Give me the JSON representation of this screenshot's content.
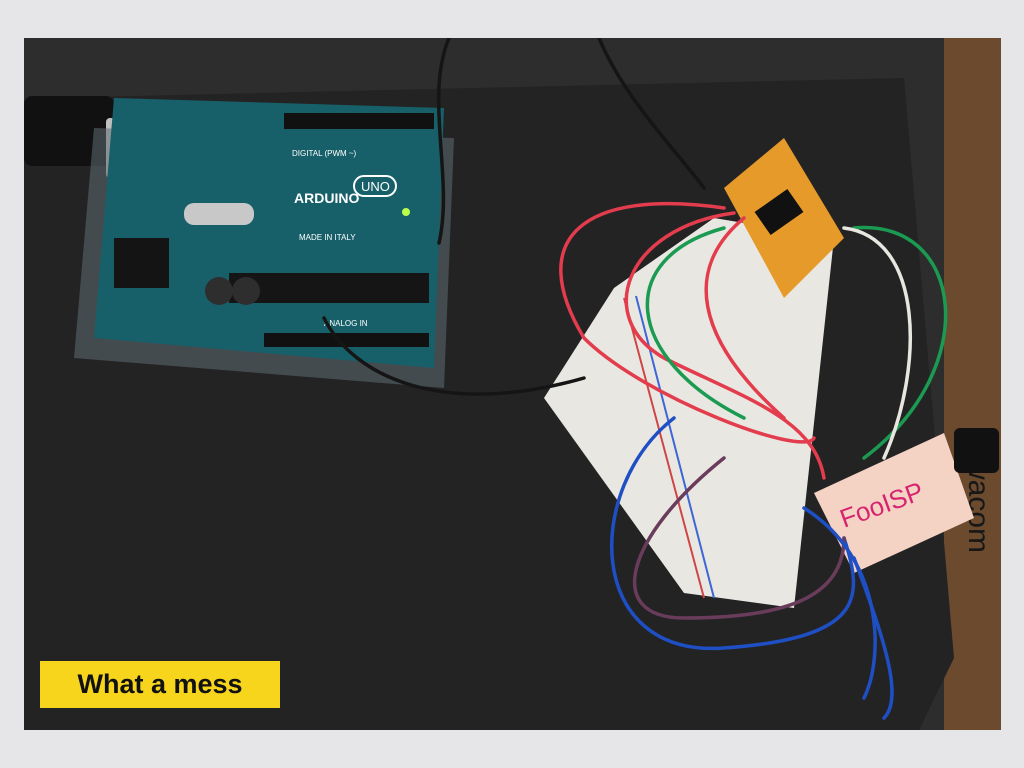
{
  "caption": {
    "text": "What a mess"
  },
  "board": {
    "logo_text": "UNO",
    "brand": "ARDUINO",
    "made_in": "MADE IN ITALY",
    "header_digital": "DIGITAL (PWM ~)",
    "header_analog": "ANALOG IN"
  },
  "adapter": {
    "label": "FooISP"
  },
  "mat": {
    "brand": "wacom"
  },
  "colors": {
    "caption_bg": "#f7d51d",
    "pcb": "#17606a",
    "mat": "#232324",
    "wire_red": "#e23c4d",
    "wire_green": "#1b9a52",
    "wire_blue": "#1f4fc4"
  }
}
